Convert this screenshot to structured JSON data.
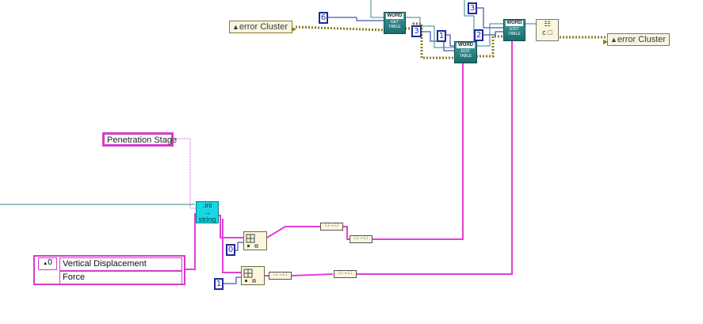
{
  "error_cluster_in": {
    "icon": "error-cluster-icon",
    "label": "error Cluster"
  },
  "error_cluster_out": {
    "icon": "error-cluster-icon",
    "label": "error Cluster"
  },
  "constants": {
    "c6": "6",
    "c3a": "3",
    "c1a": "1",
    "c3b": "3",
    "c2": "2",
    "c0": "0",
    "c1b": "1"
  },
  "get_table": {
    "brand": "WORD",
    "line1": "GET",
    "line2": "TABLE"
  },
  "edit_table_1": {
    "brand": "WORD",
    "line1": "EDIT",
    "line2": "TABLE"
  },
  "edit_table_2": {
    "brand": "WORD",
    "line1": "EDIT",
    "line2": "TABLE"
  },
  "penetration_stage": "Penetration Stage",
  "ini_to_string": {
    "line1": ".ini",
    "line2": "→",
    "line3": "string"
  },
  "array_index_value": "0",
  "array_items": [
    "Vertical Displacement",
    "Force"
  ],
  "colors": {
    "string_wire": "#e23fd9",
    "error_wire": "#8a7a20",
    "numeric_wire": "#1e2a9a",
    "refnum_wire": "#2e8a8a"
  }
}
